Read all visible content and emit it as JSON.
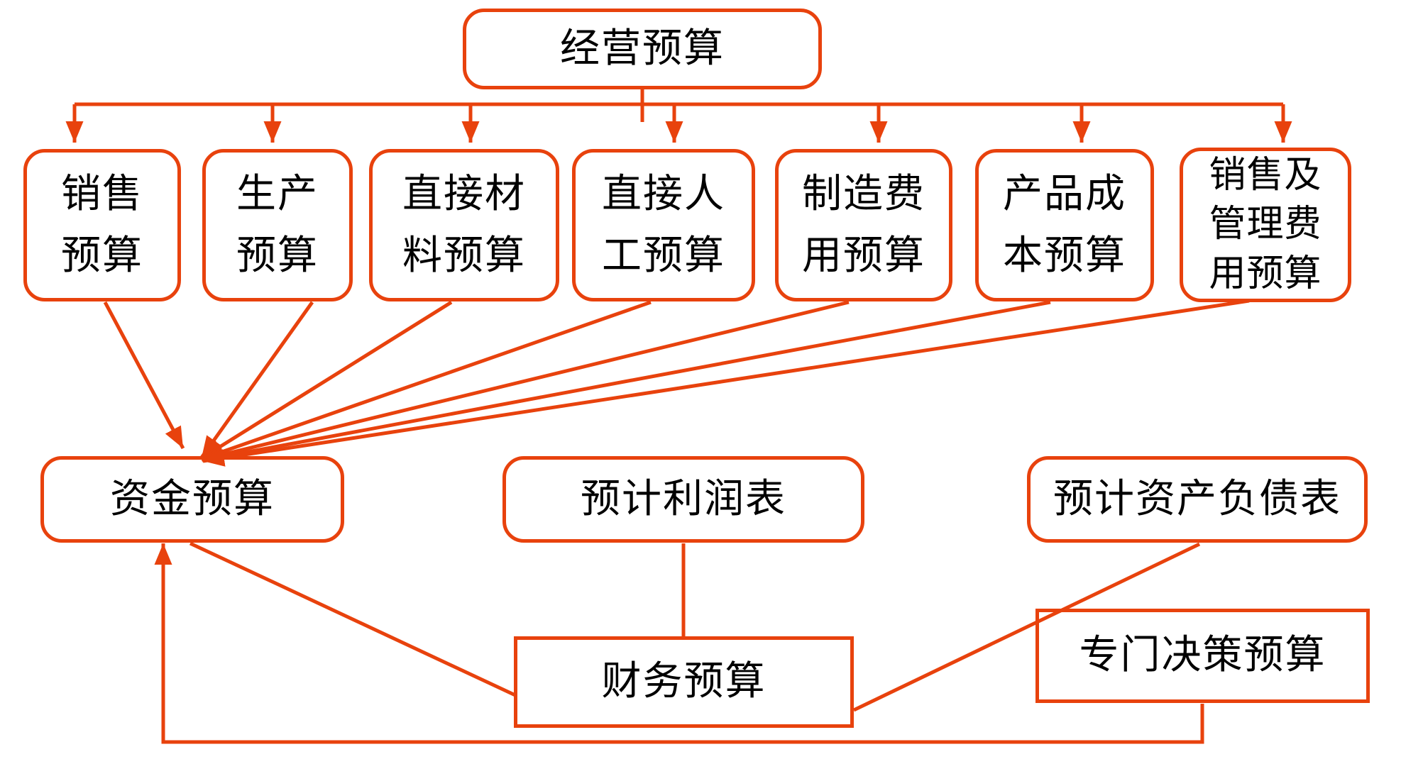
{
  "diagram": {
    "accent": "#E8420D",
    "nodes": {
      "operating": {
        "label": "经营预算"
      },
      "sales": {
        "label": "销售\n预算"
      },
      "production": {
        "label": "生产\n预算"
      },
      "materials": {
        "label": "直接材\n料预算"
      },
      "labor": {
        "label": "直接人\n工预算"
      },
      "overhead": {
        "label": "制造费\n用预算"
      },
      "product_cost": {
        "label": "产品成\n本预算"
      },
      "selling_admin": {
        "label": "销售及\n管理费\n用预算"
      },
      "cash": {
        "label": "资金预算"
      },
      "income_statement": {
        "label": "预计利润表"
      },
      "balance_sheet": {
        "label": "预计资产负债表"
      },
      "financial": {
        "label": "财务预算"
      },
      "special_decision": {
        "label": "专门决策预算"
      }
    },
    "edges": [
      {
        "from": "经营预算",
        "to": "销售预算",
        "arrow": true
      },
      {
        "from": "经营预算",
        "to": "生产预算",
        "arrow": true
      },
      {
        "from": "经营预算",
        "to": "直接材料预算",
        "arrow": true
      },
      {
        "from": "经营预算",
        "to": "直接人工预算",
        "arrow": true
      },
      {
        "from": "经营预算",
        "to": "制造费用预算",
        "arrow": true
      },
      {
        "from": "经营预算",
        "to": "产品成本预算",
        "arrow": true
      },
      {
        "from": "经营预算",
        "to": "销售及管理费用预算",
        "arrow": true
      },
      {
        "from": "销售预算",
        "to": "资金预算",
        "arrow": true
      },
      {
        "from": "生产预算",
        "to": "资金预算",
        "arrow": true
      },
      {
        "from": "直接材料预算",
        "to": "资金预算",
        "arrow": true
      },
      {
        "from": "直接人工预算",
        "to": "资金预算",
        "arrow": true
      },
      {
        "from": "制造费用预算",
        "to": "资金预算",
        "arrow": true
      },
      {
        "from": "产品成本预算",
        "to": "资金预算",
        "arrow": true
      },
      {
        "from": "销售及管理费用预算",
        "to": "资金预算",
        "arrow": true
      },
      {
        "from": "预计利润表",
        "to": "财务预算",
        "arrow": false
      },
      {
        "from": "资金预算",
        "to": "财务预算",
        "arrow": false
      },
      {
        "from": "财务预算",
        "to": "预计资产负债表",
        "arrow": false
      },
      {
        "from": "专门决策预算",
        "to": "资金预算",
        "arrow": true
      }
    ]
  }
}
